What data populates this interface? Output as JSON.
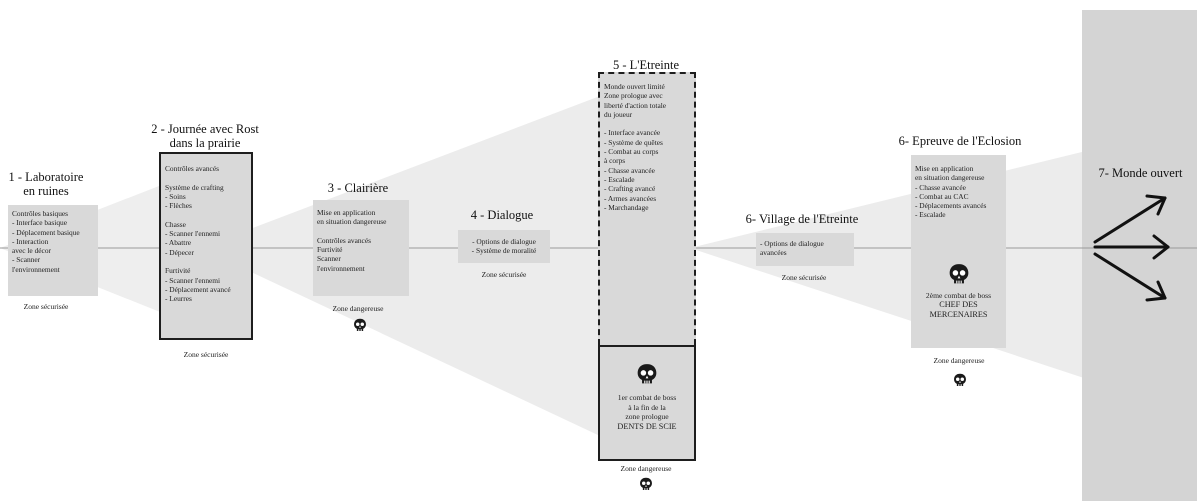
{
  "colors": {
    "cone": "#ececec",
    "box": "#d9d9d9",
    "final_panel": "#d4d4d4",
    "line": "#9a9a9a",
    "dark": "#1e1e1e"
  },
  "stages": [
    {
      "title": [
        "1 - Laboratoire",
        "en ruines"
      ],
      "lines": [
        "Contrôles basiques",
        "- Interface basique",
        "- Déplacement basique",
        "- Interaction",
        "avec le décor",
        "- Scanner",
        "l'environnement"
      ],
      "zone": "Zone sécurisée"
    },
    {
      "title": [
        "2 - Journée avec Rost",
        "dans la prairie"
      ],
      "lines": [
        "Contrôles avancés",
        "",
        "Système de crafting",
        "- Soins",
        "- Flèches",
        "",
        "Chasse",
        "- Scanner l'ennemi",
        "- Abattre",
        "- Dépecer",
        "",
        "Furtivité",
        "- Scanner l'ennemi",
        "- Déplacement avancé",
        "- Leurres"
      ],
      "zone": "Zone sécurisée"
    },
    {
      "title": [
        "3 - Clairière"
      ],
      "lines": [
        "Mise en application",
        "en situation dangereuse",
        "",
        "Contrôles avancés",
        "Furtivité",
        "Scanner",
        "l'environnement"
      ],
      "zone": "Zone dangereuse"
    },
    {
      "title": [
        "4 - Dialogue"
      ],
      "lines": [
        "- Options de dialogue",
        "- Système de moralité"
      ],
      "zone": "Zone sécurisée"
    },
    {
      "title": [
        "5 - L'Etreinte"
      ],
      "lines": [
        "Monde ouvert limité",
        "Zone prologue avec",
        "liberté d'action totale",
        "du joueur",
        "",
        "- Interface avancée",
        "- Système de quêtes",
        "- Combat au corps",
        "à corps",
        "- Chasse avancée",
        "- Escalade",
        "- Crafting avancé",
        "- Armes avancées",
        "- Marchandage"
      ],
      "boss": [
        "1er combat de boss",
        "à la fin de la",
        "zone prologue",
        "DENTS DE SCIE"
      ],
      "zone": "Zone dangereuse"
    },
    {
      "title": [
        "6- Village de l'Etreinte"
      ],
      "lines": [
        "- Options de dialogue",
        "avancées"
      ],
      "zone": "Zone sécurisée"
    },
    {
      "title": [
        "6- Epreuve de l'Eclosion"
      ],
      "lines": [
        "Mise en application",
        "en situation dangereuse",
        "- Chasse avancée",
        "- Combat au CAC",
        "- Déplacements avancés",
        "- Escalade"
      ],
      "boss": [
        "2ème combat de boss",
        "CHEF DES",
        "MERCENAIRES"
      ],
      "zone": "Zone dangereuse"
    },
    {
      "title": [
        "7- Monde ouvert"
      ]
    }
  ]
}
